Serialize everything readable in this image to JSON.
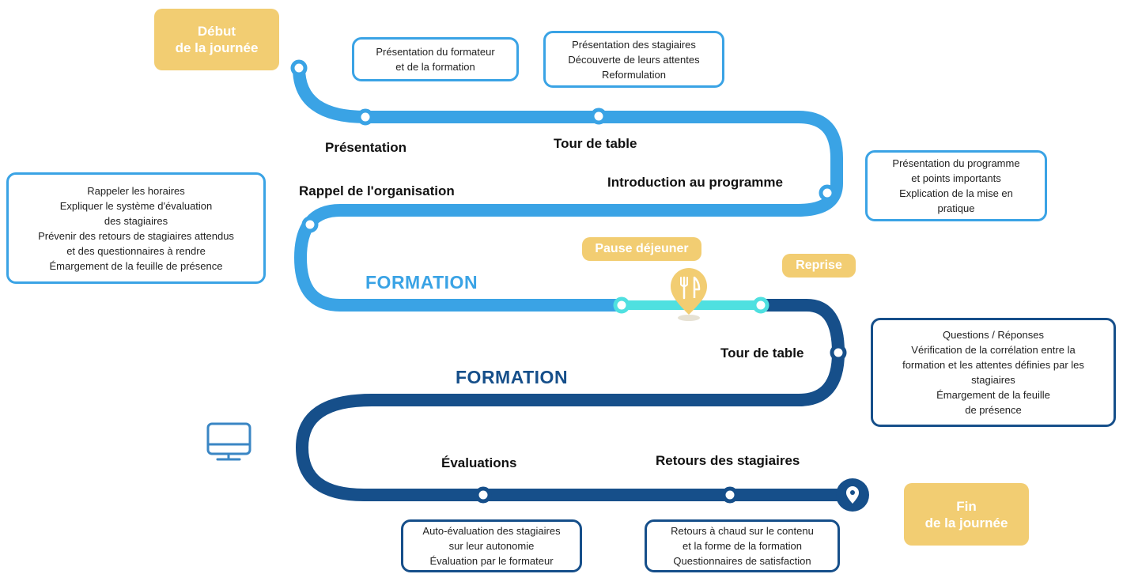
{
  "start": {
    "line1": "Début",
    "line2": "de la journée"
  },
  "end": {
    "line1": "Fin",
    "line2": "de la journée"
  },
  "milestones": {
    "presentation": "Présentation",
    "tour_de_table_1": "Tour de table",
    "introduction": "Introduction au programme",
    "rappel": "Rappel de l'organisation",
    "tour_de_table_2": "Tour de table",
    "evaluations": "Évaluations",
    "retours": "Retours des stagiaires"
  },
  "formation_labels": [
    "FORMATION",
    "FORMATION"
  ],
  "pause": "Pause déjeuner",
  "reprise": "Reprise",
  "boxes": {
    "presentation": [
      "Présentation du formateur",
      "et de la formation"
    ],
    "tour_de_table_1": [
      "Présentation des stagiaires",
      "Découverte de leurs attentes",
      "Reformulation"
    ],
    "introduction": [
      "Présentation du programme",
      "et points importants",
      "Explication de la mise en",
      "pratique"
    ],
    "rappel": [
      "Rappeler les horaires",
      "Expliquer le système d'évaluation",
      "des stagiaires",
      "Prévenir des retours de stagiaires attendus",
      "et des questionnaires à rendre",
      "Émargement de la feuille de présence"
    ],
    "tour_de_table_2": [
      "Questions / Réponses",
      "Vérification de la corrélation entre la",
      "formation et les attentes définies par les",
      "stagiaires",
      "Émargement de la feuille",
      "de présence"
    ],
    "evaluations": [
      "Auto-évaluation des stagiaires",
      "sur leur autonomie",
      "Évaluation par le formateur"
    ],
    "retours": [
      "Retours à chaud  sur le contenu",
      "et la forme de la formation",
      "Questionnaires de satisfaction"
    ]
  },
  "icons": [
    "monitor-icon",
    "cutlery-pin-icon",
    "location-pin-icon"
  ],
  "colors": {
    "light_blue": "#3aa3e5",
    "dark_blue": "#164f8a",
    "turquoise": "#4fe0e0",
    "yellow": "#f2cd72"
  }
}
